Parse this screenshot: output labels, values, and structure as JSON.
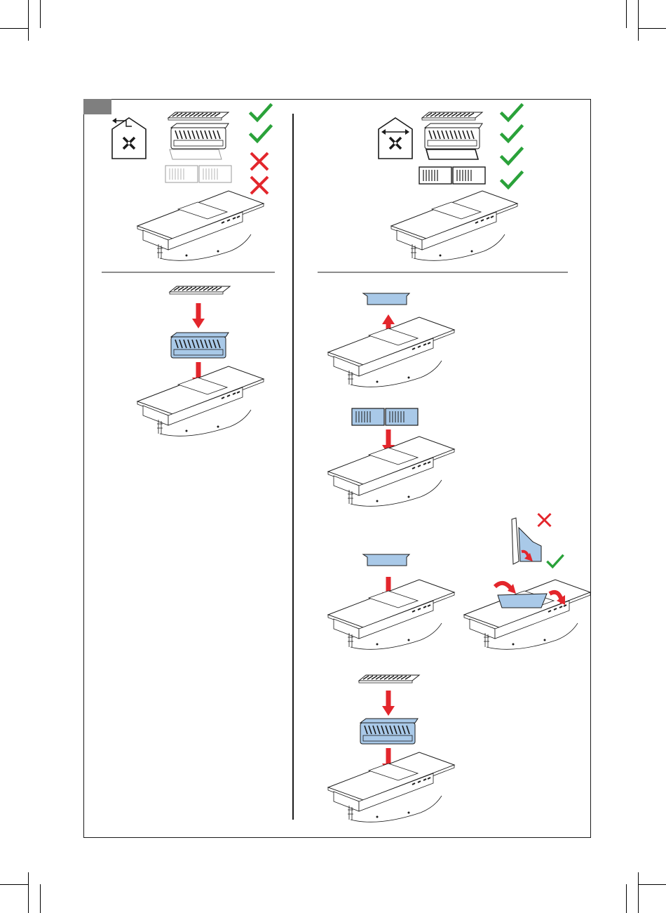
{
  "document": {
    "step_tab_label": "",
    "colors": {
      "check": "#2aa23a",
      "cross": "#e3262c",
      "arrow": "#e3262c",
      "highlight_part": "#a9c9e8",
      "line": "#1a1a1a",
      "step_tab": "#7f7f7f"
    },
    "left_column": {
      "mode_icon": "recirculation-house-fan-icon",
      "component_status": [
        "check",
        "check",
        "cross",
        "cross"
      ]
    },
    "right_column": {
      "mode_icon": "exhaust-house-fan-icon",
      "component_status": [
        "check",
        "check",
        "check",
        "check"
      ]
    },
    "detail_inset": {
      "status": [
        "cross",
        "check"
      ]
    }
  }
}
